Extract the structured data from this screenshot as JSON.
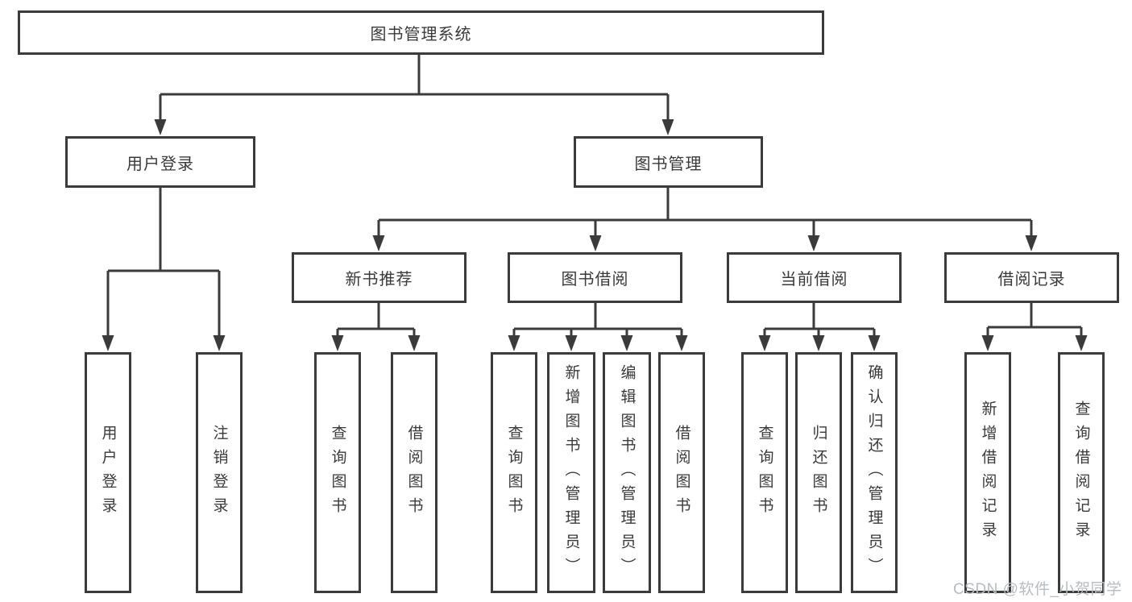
{
  "diagram": {
    "root": {
      "label": "图书管理系统"
    },
    "level2": [
      {
        "id": "user-login",
        "label": "用户登录"
      },
      {
        "id": "book-management",
        "label": "图书管理"
      }
    ],
    "level3": [
      {
        "id": "new-book-recommend",
        "label": "新书推荐",
        "parent": "图书管理"
      },
      {
        "id": "book-borrowing",
        "label": "图书借阅",
        "parent": "图书管理"
      },
      {
        "id": "current-borrowing",
        "label": "当前借阅",
        "parent": "图书管理"
      },
      {
        "id": "borrowing-records",
        "label": "借阅记录",
        "parent": "图书管理"
      }
    ],
    "leaves": [
      {
        "parent": "用户登录",
        "label": "用户登录"
      },
      {
        "parent": "用户登录",
        "label": "注销登录"
      },
      {
        "parent": "新书推荐",
        "label": "查询图书"
      },
      {
        "parent": "新书推荐",
        "label": "借阅图书"
      },
      {
        "parent": "图书借阅",
        "label": "查询图书"
      },
      {
        "parent": "图书借阅",
        "label": "新增图书（管理员）"
      },
      {
        "parent": "图书借阅",
        "label": "编辑图书（管理员）"
      },
      {
        "parent": "图书借阅",
        "label": "借阅图书"
      },
      {
        "parent": "当前借阅",
        "label": "查询图书"
      },
      {
        "parent": "当前借阅",
        "label": "归还图书"
      },
      {
        "parent": "当前借阅",
        "label": "确认归还（管理员）"
      },
      {
        "parent": "借阅记录",
        "label": "新增借阅记录"
      },
      {
        "parent": "借阅记录",
        "label": "查询借阅记录"
      }
    ],
    "colors": {
      "line": "#3b3b3b",
      "box_border": "#3b3b3b",
      "text": "#3a3a3a",
      "background": "#ffffff"
    }
  },
  "watermark": {
    "text": "CSDN @软件_小贺同学",
    "color": "#b6bcc2"
  }
}
